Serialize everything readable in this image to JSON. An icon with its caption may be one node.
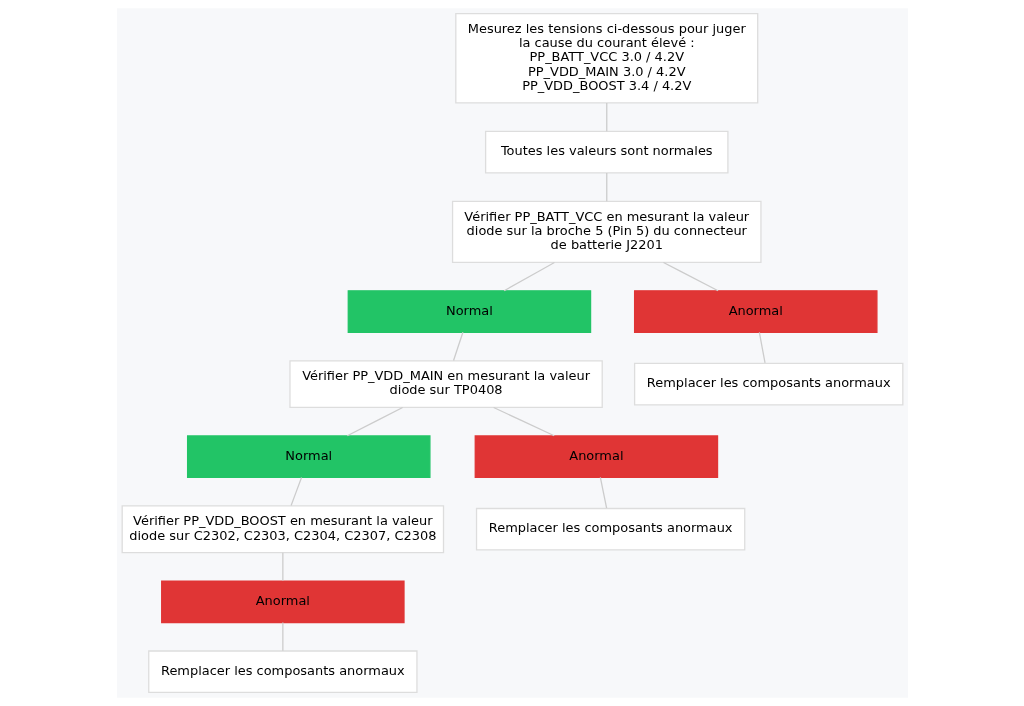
{
  "diagram": {
    "nodes": [
      {
        "text": [
          "Mesurez les tensions ci-dessous pour juger la cause du courant élevé :",
          "PP_BATT_VCC 3.0 / 4.2V",
          "PP_VDD_MAIN 3.0 / 4.2V",
          "PP_VDD_BOOST 3.4 / 4.2V"
        ]
      },
      {
        "text": [
          "Toutes les valeurs sont normales"
        ]
      },
      {
        "text": [
          "Vérifier PP_BATT_VCC en mesurant la valeur diode sur la broche 5 (Pin 5) du connecteur de batterie J2201"
        ]
      },
      {
        "text": [
          "Normal"
        ]
      },
      {
        "text": [
          "Anormal"
        ]
      },
      {
        "text": [
          "Vérifier PP_VDD_MAIN en mesurant la valeur diode sur TP0408"
        ]
      },
      {
        "text": [
          "Remplacer les composants anormaux"
        ]
      },
      {
        "text": [
          "Normal"
        ]
      },
      {
        "text": [
          "Anormal"
        ]
      },
      {
        "text": [
          "Vérifier PP_VDD_BOOST en mesurant la valeur diode sur C2302, C2303, C2304, C2307, C2308"
        ]
      },
      {
        "text": [
          "Remplacer les composants anormaux"
        ]
      },
      {
        "text": [
          "Anormal"
        ]
      },
      {
        "text": [
          "Remplacer les composants anormaux"
        ]
      }
    ],
    "edges": [
      {
        "from": 0,
        "to": 1,
        "arrow": "none"
      },
      {
        "from": 1,
        "to": 2,
        "arrow": "none"
      },
      {
        "from": 2,
        "to": 3,
        "arrow": "none"
      },
      {
        "from": 2,
        "to": 4,
        "arrow": "none"
      },
      {
        "from": 3,
        "to": 5,
        "arrow": "none"
      },
      {
        "from": 4,
        "to": 6,
        "arrow": "none"
      },
      {
        "from": 5,
        "to": 7,
        "arrow": "none"
      },
      {
        "from": 5,
        "to": 8,
        "arrow": "none"
      },
      {
        "from": 7,
        "to": 9,
        "arrow": "none"
      },
      {
        "from": 8,
        "to": 10,
        "arrow": "none"
      },
      {
        "from": 9,
        "to": 11,
        "arrow": "none"
      },
      {
        "from": 11,
        "to": 12,
        "arrow": "none"
      }
    ]
  }
}
